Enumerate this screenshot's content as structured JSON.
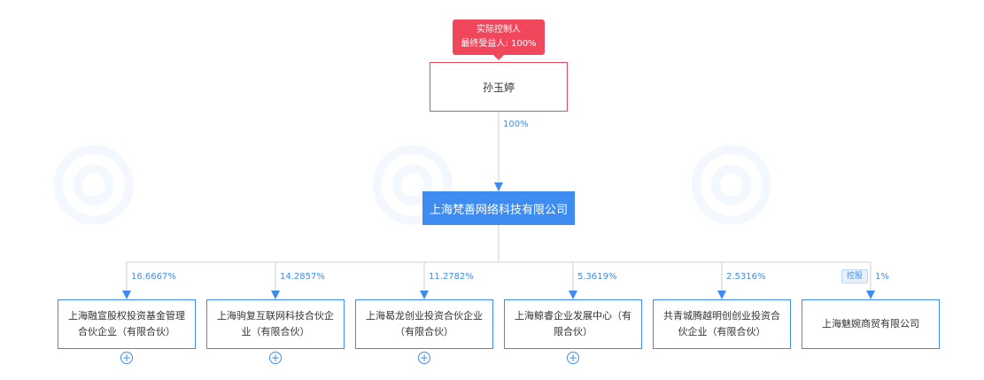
{
  "controller_badge": {
    "line1": "实际控制人",
    "line2": "最终受益人: 100%"
  },
  "person": {
    "name": "孙玉婷",
    "share": "100%"
  },
  "company": {
    "name": "上海梵善网络科技有限公司"
  },
  "children": [
    {
      "share": "16.6667%",
      "name": "上海融宣股权投资基金管理合伙企业（有限合伙）",
      "expandable": true
    },
    {
      "share": "14.2857%",
      "name": "上海驹复互联网科技合伙企业（有限合伙）",
      "expandable": true
    },
    {
      "share": "11.2782%",
      "name": "上海曷龙创业投资合伙企业（有限合伙）",
      "expandable": true
    },
    {
      "share": "5.3619%",
      "name": "上海鲸睿企业发展中心（有限合伙）",
      "expandable": true
    },
    {
      "share": "2.5316%",
      "name": "共青城腾越明创创业投资合伙企业（有限合伙）",
      "expandable": false
    },
    {
      "share": "1%",
      "name": "上海魅婉商贸有限公司",
      "tag": "控股",
      "expandable": false
    }
  ],
  "expand_symbol": "+",
  "colors": {
    "accent": "#3f8cf0",
    "controller": "#f0475d",
    "line": "#d0d0d0"
  }
}
